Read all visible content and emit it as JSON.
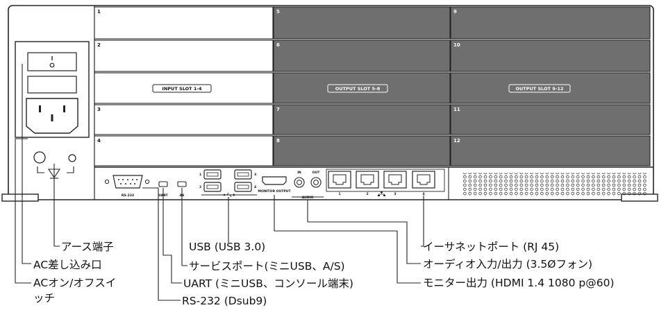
{
  "panel": {
    "slot_numbers": [
      "1",
      "2",
      "3",
      "4",
      "5",
      "6",
      "7",
      "8",
      "9",
      "10",
      "11",
      "12"
    ],
    "input_slot_label": "INPUT SLOT 1-4",
    "output_slot_5_8_label": "OUTPUT SLOT 5-8",
    "output_slot_9_12_label": "OUTPUT SLOT 9-12",
    "ports": {
      "rs232": "RS-232",
      "uart": "UART",
      "as": "AS",
      "usb_numbers": [
        "1",
        "2",
        "3",
        "4"
      ],
      "monitor_output": "MONITOR OUTPUT",
      "audio_in": "IN",
      "audio_out": "OUT",
      "audio": "AUDIO",
      "ethernet_numbers": [
        "1",
        "2",
        "3",
        "4"
      ]
    },
    "colors": {
      "input_slot_fill": "#ffffff",
      "output_slot_fill": "#6f6f6f",
      "outline": "#222222"
    }
  },
  "callouts": {
    "ground": "アース端子",
    "ac_inlet": "AC差し込み口",
    "ac_switch": "ACオン/オフスイッチ",
    "usb": "USB (USB 3.0)",
    "service_port": "サービスポート(ミニUSB、A/S)",
    "uart": "UART (ミニUSB、コンソール端末)",
    "rs232": "RS-232 (Dsub9)",
    "ethernet": "イーサネットポート (RJ 45)",
    "audio": "オーディオ入力/出力 (3.5Øフォン)",
    "monitor": "モニター出力 (HDMI 1.4 1080 p@60)"
  }
}
